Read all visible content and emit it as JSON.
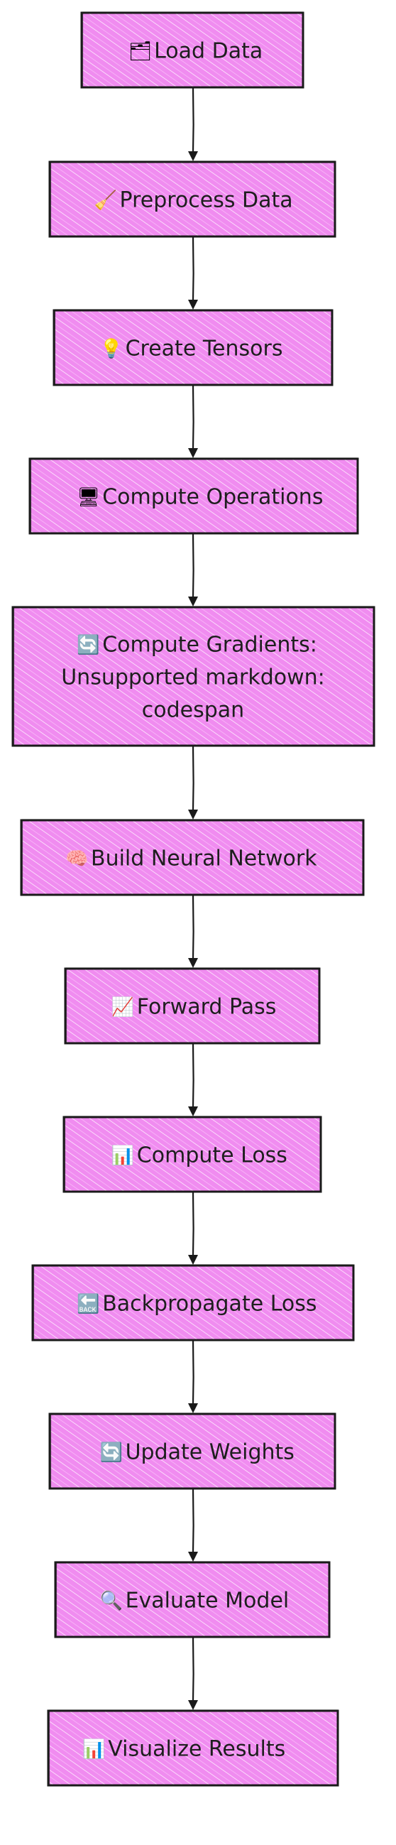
{
  "diagram": {
    "type": "flowchart",
    "direction": "top-down",
    "colors": {
      "node_fill": "#f08cf0",
      "node_hatch": "#ffffff",
      "node_stroke": "#1a1a1a",
      "text": "#1e1e1e",
      "edge": "#1a1a1a"
    },
    "nodes": [
      {
        "id": "load-data",
        "icon": "🗂",
        "icon_name": "folder-icon",
        "lines": [
          "Load Data"
        ]
      },
      {
        "id": "preprocess-data",
        "icon": "🧹",
        "icon_name": "broom-icon",
        "lines": [
          "Preprocess Data"
        ]
      },
      {
        "id": "create-tensors",
        "icon": "💡",
        "icon_name": "lightbulb-icon",
        "lines": [
          "Create Tensors"
        ]
      },
      {
        "id": "compute-operations",
        "icon": "🖥",
        "icon_name": "monitor-icon",
        "lines": [
          "Compute Operations"
        ]
      },
      {
        "id": "compute-gradients",
        "icon": "🔄",
        "icon_name": "refresh-icon",
        "lines": [
          "Compute Gradients:",
          "Unsupported markdown:",
          "codespan"
        ]
      },
      {
        "id": "build-neural-network",
        "icon": "🧠",
        "icon_name": "brain-icon",
        "lines": [
          "Build Neural Network"
        ]
      },
      {
        "id": "forward-pass",
        "icon": "📈",
        "icon_name": "chart-increasing-icon",
        "lines": [
          "Forward Pass"
        ]
      },
      {
        "id": "compute-loss",
        "icon": "📊",
        "icon_name": "bar-chart-icon",
        "lines": [
          "Compute Loss"
        ]
      },
      {
        "id": "backpropagate-loss",
        "icon": "🔙",
        "icon_name": "back-arrow-icon",
        "lines": [
          "Backpropagate Loss"
        ]
      },
      {
        "id": "update-weights",
        "icon": "🔄",
        "icon_name": "refresh-icon",
        "lines": [
          "Update Weights"
        ]
      },
      {
        "id": "evaluate-model",
        "icon": "🔍",
        "icon_name": "magnifier-icon",
        "lines": [
          "Evaluate Model"
        ]
      },
      {
        "id": "visualize-results",
        "icon": "📊",
        "icon_name": "bar-chart-icon",
        "lines": [
          "Visualize Results"
        ]
      }
    ],
    "edges": [
      [
        "load-data",
        "preprocess-data"
      ],
      [
        "preprocess-data",
        "create-tensors"
      ],
      [
        "create-tensors",
        "compute-operations"
      ],
      [
        "compute-operations",
        "compute-gradients"
      ],
      [
        "compute-gradients",
        "build-neural-network"
      ],
      [
        "build-neural-network",
        "forward-pass"
      ],
      [
        "forward-pass",
        "compute-loss"
      ],
      [
        "compute-loss",
        "backpropagate-loss"
      ],
      [
        "backpropagate-loss",
        "update-weights"
      ],
      [
        "update-weights",
        "evaluate-model"
      ],
      [
        "evaluate-model",
        "visualize-results"
      ]
    ]
  }
}
